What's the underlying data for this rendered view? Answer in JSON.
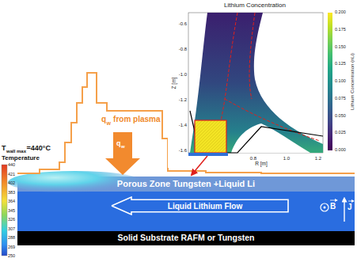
{
  "diagram": {
    "nodes": [
      {
        "text": [
          "Porous Zone Tungsten +Liquid Li"
        ]
      },
      {
        "text": [
          "Liquid Lithium Flow"
        ]
      },
      {
        "text": [
          "Solid Substrate RAFM or Tungsten"
        ]
      }
    ],
    "labels": [
      "Lithium Concentration",
      "-0.6",
      "-0.8",
      "-1.0",
      "-1.2",
      "-1.4",
      "-1.6",
      "Z [m]",
      "0.8",
      "1.0",
      "1.2",
      "R [m]",
      "0.200",
      "0.175",
      "0.150",
      "0.125",
      "0.100",
      "0.075",
      "0.050",
      "0.025",
      "0.000",
      "Lithium Concentration (nLi)",
      "q",
      "w",
      "from plasma",
      "q",
      "w",
      "T",
      "wall max",
      "=440°C",
      "Temperature",
      "440",
      "421",
      "402",
      "383",
      "364",
      "345",
      "326",
      "307",
      "288",
      "269",
      "250",
      "B",
      "J"
    ]
  }
}
